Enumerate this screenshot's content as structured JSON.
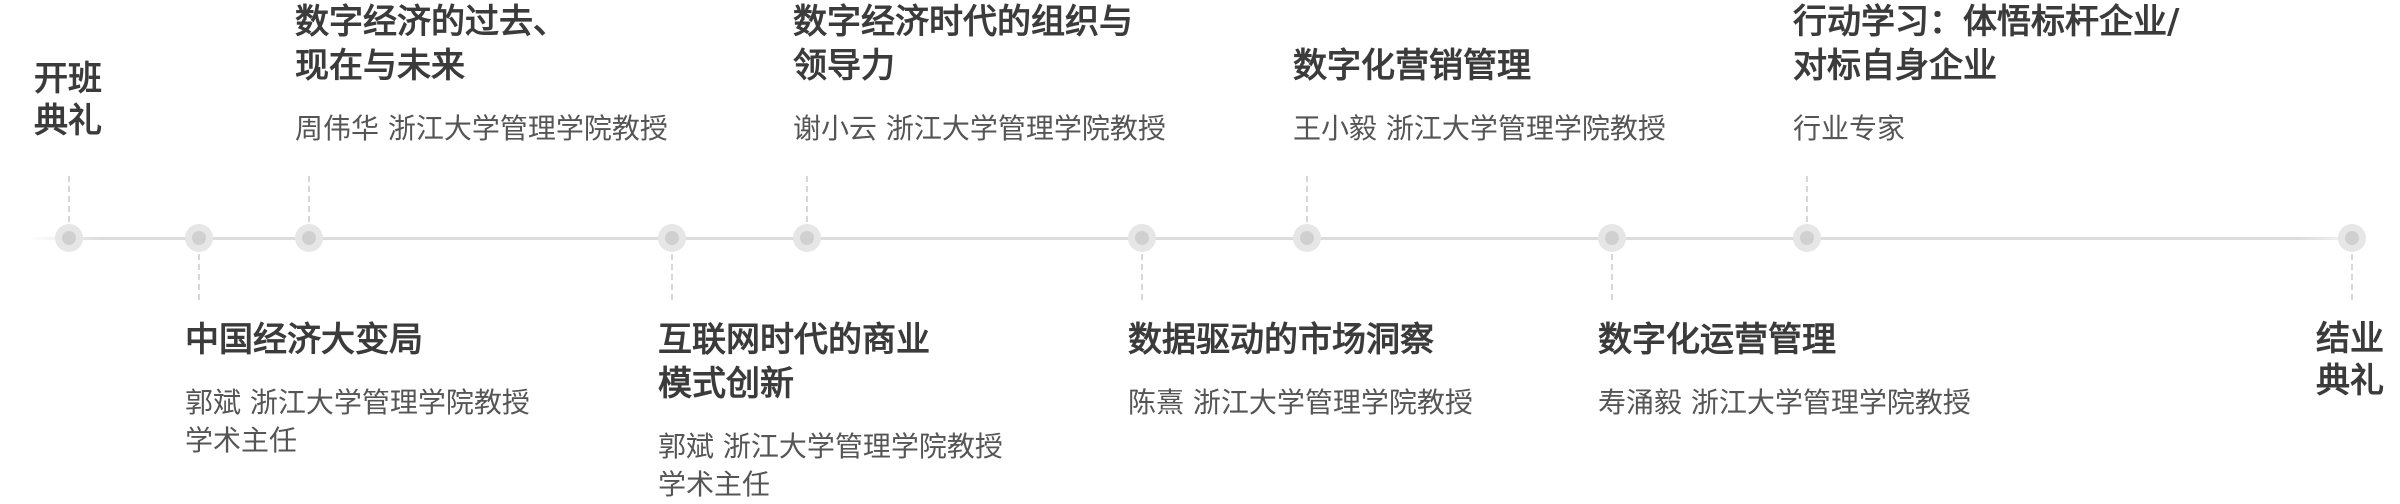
{
  "events": [
    {
      "title": "开班\n典礼"
    },
    {
      "title": "中国经济大变局",
      "speaker": "郭斌 浙江大学管理学院教授\n学术主任"
    },
    {
      "title": "数字经济的过去、\n现在与未来",
      "speaker": "周伟华 浙江大学管理学院教授"
    },
    {
      "title": "互联网时代的商业\n模式创新",
      "speaker": "郭斌 浙江大学管理学院教授\n学术主任"
    },
    {
      "title": "数字经济时代的组织与\n领导力",
      "speaker": "谢小云 浙江大学管理学院教授"
    },
    {
      "title": "数据驱动的市场洞察",
      "speaker": "陈熹 浙江大学管理学院教授"
    },
    {
      "title": "数字化营销管理",
      "speaker": "王小毅 浙江大学管理学院教授"
    },
    {
      "title": "数字化运营管理",
      "speaker": "寿涌毅 浙江大学管理学院教授"
    },
    {
      "title": "行动学习：体悟标杆企业/\n对标自身企业",
      "speaker": "行业专家"
    },
    {
      "title": "结业\n典礼"
    }
  ],
  "colors": {
    "line": "#dcdcdc",
    "node": "#d0d0d0",
    "text": "#3b3b3b",
    "meta": "#555555"
  }
}
